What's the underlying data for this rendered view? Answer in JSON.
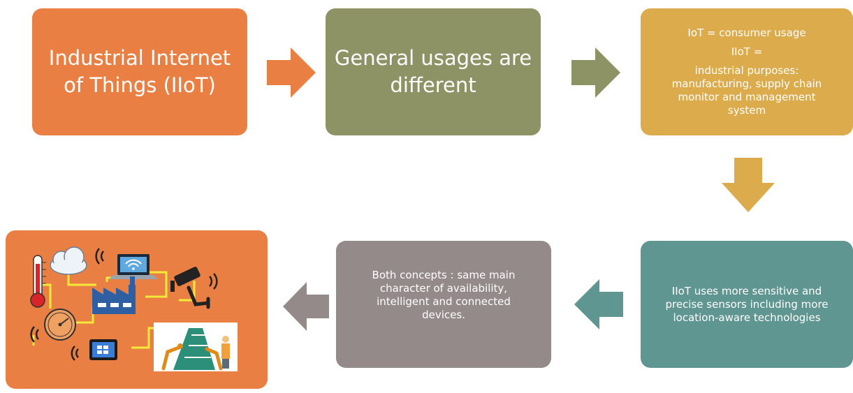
{
  "boxes": {
    "iiot_title": {
      "lines": [
        "Industrial Internet",
        "of Things (IIoT)"
      ]
    },
    "general_usages": {
      "lines": [
        "General usages are",
        "different"
      ]
    },
    "iot_vs_iiot": {
      "line1": "IoT = consumer usage",
      "line2": "IIoT =",
      "lines_rest": [
        "industrial purposes:",
        "manufacturing, supply chain",
        "monitor and management",
        "system"
      ]
    },
    "iiot_sensors": {
      "lines": [
        "IIoT uses more sensitive and",
        "precise sensors including more",
        "location-aware technologies"
      ]
    },
    "both_concepts": {
      "lines": [
        "Both concepts : same main",
        "character of availability,",
        "intelligent and connected",
        "devices."
      ]
    }
  },
  "colors": {
    "orange": "#ea7f44",
    "olive": "#8d9364",
    "gold": "#dcab4b",
    "teal": "#5f9691",
    "taupe": "#958a8a"
  },
  "illustration": {
    "icons": [
      "thermometer-icon",
      "cloud-icon",
      "wifi-signal-icon",
      "laptop-icon",
      "factory-icon",
      "security-camera-icon",
      "robot-arm-icon",
      "gauge-icon",
      "tablet-icon",
      "assembly-line-photo"
    ]
  }
}
